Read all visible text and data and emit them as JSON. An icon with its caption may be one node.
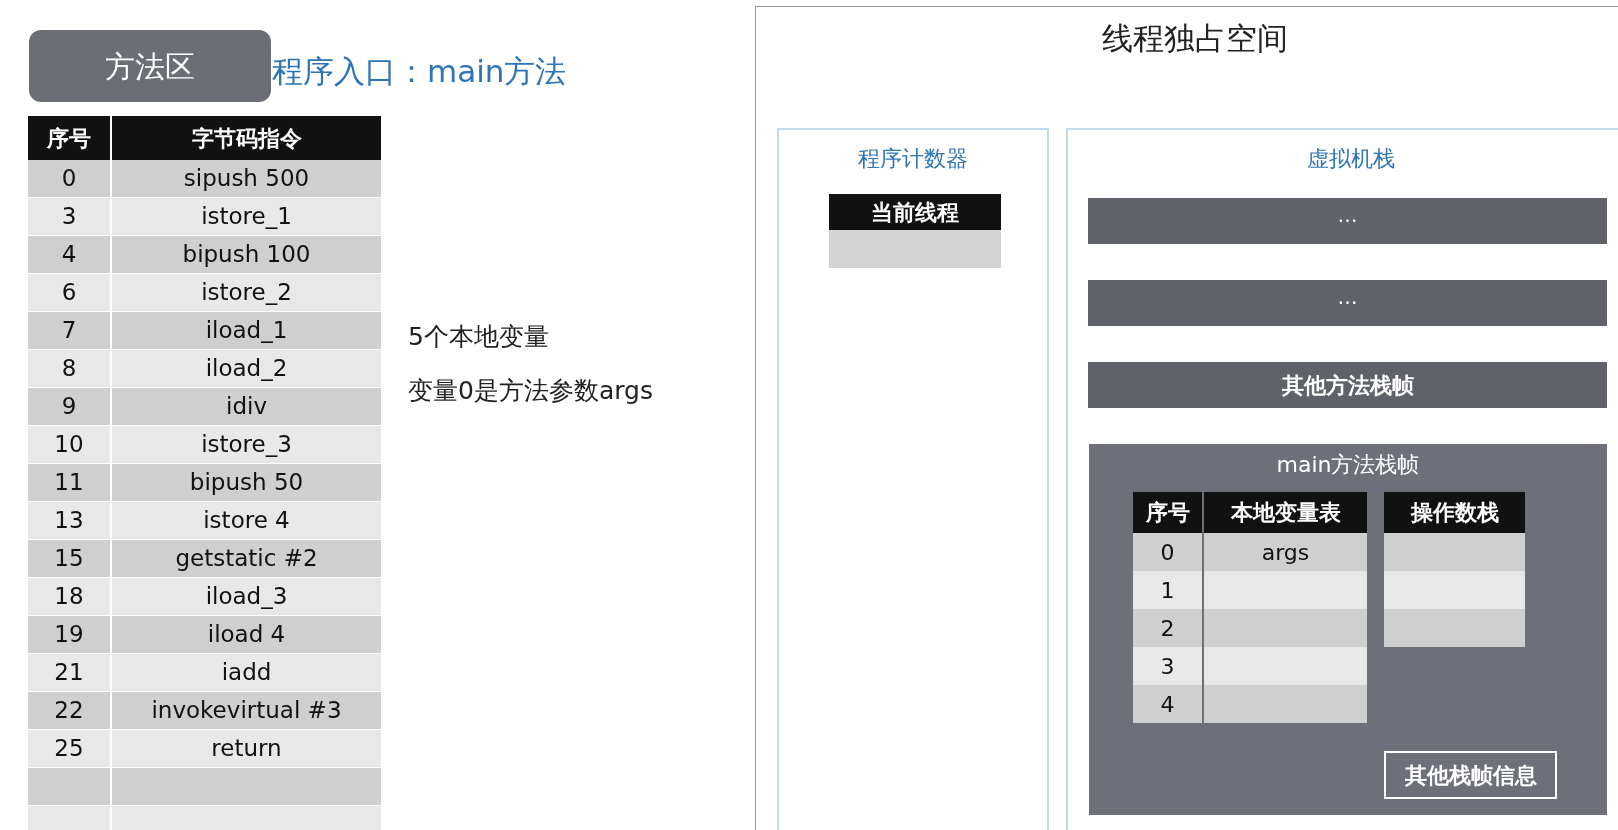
{
  "diagram": {
    "nodes": [
      {
        "text": [
          "方法区"
        ]
      },
      {
        "text": [
          "线程独占空间"
        ]
      },
      {
        "text": [
          "程序计数器"
        ],
        "in": 1
      },
      {
        "text": [
          "当前线程"
        ],
        "in": 2
      },
      {
        "text": [
          "虚拟机栈"
        ],
        "in": 1
      },
      {
        "text": [
          "…"
        ],
        "in": 4
      },
      {
        "text": [
          "…"
        ],
        "in": 4
      },
      {
        "text": [
          "其他方法栈帧"
        ],
        "in": 4
      },
      {
        "text": [
          "main方法栈帧"
        ],
        "in": 4
      },
      {
        "text": [
          "其他栈帧信息"
        ],
        "in": 8
      }
    ],
    "edges": [],
    "labels": [
      "程序入口：main方法",
      "序号",
      "字节码指令",
      "0",
      "sipush 500",
      "3",
      "istore_1",
      "4",
      "bipush 100",
      "6",
      "istore_2",
      "7",
      "iload_1",
      "8",
      "iload_2",
      "9",
      "idiv",
      "10",
      "istore_3",
      "11",
      "bipush 50",
      "13",
      "istore 4",
      "15",
      "getstatic #2",
      "18",
      "iload_3",
      "19",
      "iload 4",
      "21",
      "iadd",
      "22",
      "invokevirtual #3",
      "25",
      "return",
      "5个本地变量",
      "变量0是方法参数args",
      "序号",
      "本地变量表",
      "操作数栈",
      "0",
      "args",
      "1",
      "2",
      "3",
      "4"
    ]
  }
}
